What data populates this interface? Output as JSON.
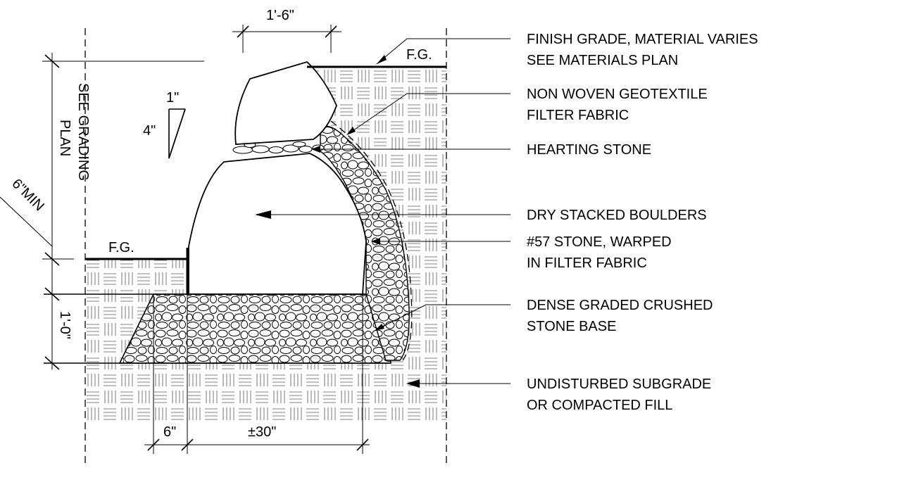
{
  "callouts": {
    "finish_grade_1": "FINISH GRADE, MATERIAL VARIES",
    "finish_grade_2": "SEE MATERIALS PLAN",
    "geotextile_1": "NON WOVEN GEOTEXTILE",
    "geotextile_2": "FILTER  FABRIC",
    "hearting": "HEARTING STONE",
    "boulders": "DRY STACKED BOULDERS",
    "stone57_1": "#57 STONE, WARPED",
    "stone57_2": "IN FILTER FABRIC",
    "base_1": "DENSE GRADED CRUSHED",
    "base_2": "STONE BASE",
    "subgrade_1": "UNDISTURBED SUBGRADE",
    "subgrade_2": "OR COMPACTED FILL"
  },
  "dimensions": {
    "top_width": "1'-6\"",
    "batter_rise": "1\"",
    "batter_run": "4\"",
    "min_embed": "6\"MIN",
    "base_depth": "1'-0\"",
    "base_overhang": "6\"",
    "base_width": "±30\""
  },
  "labels": {
    "fg_top": "F.G.",
    "fg_left": "F.G.",
    "grading_1": "SEE GRADING",
    "grading_2": "PLAN"
  }
}
